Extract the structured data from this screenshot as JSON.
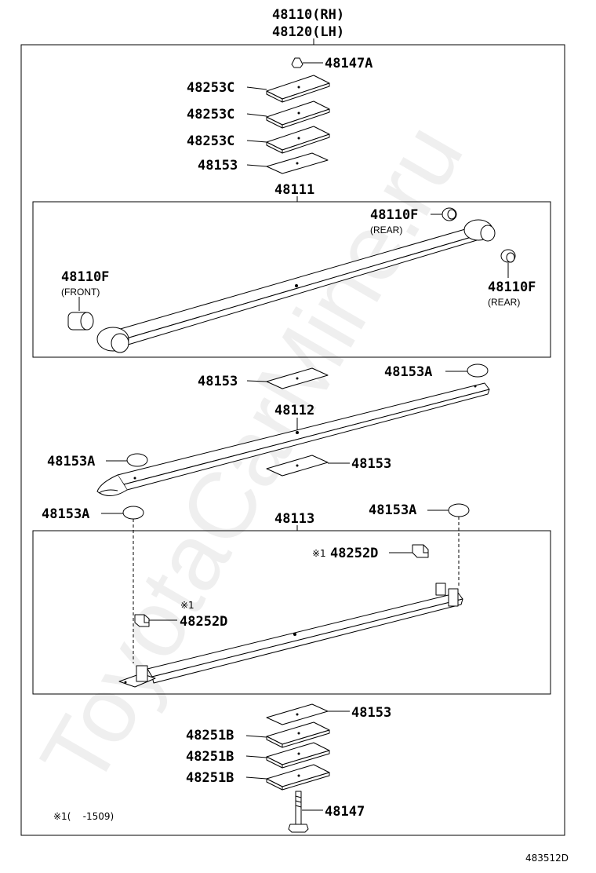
{
  "diagram": {
    "title_rh": "48110(RH)",
    "title_lh": "48120(LH)",
    "watermark": "ToyotaCarMine.ru",
    "figure_code": "483512D",
    "footnote": "※1(    -1509)",
    "groups": {
      "leaf1": "48111",
      "leaf2": "48112",
      "leaf3": "48113"
    },
    "labels": {
      "nut_top": "48147A",
      "spacer_1": "48253C",
      "spacer_2": "48253C",
      "spacer_3": "48253C",
      "insert_top": "48153",
      "bush_rear_top": "48110F",
      "bush_rear_top_note": "(REAR)",
      "bush_front": "48110F",
      "bush_front_note": "(FRONT)",
      "bush_rear_right": "48110F",
      "bush_rear_right_note": "(REAR)",
      "insert_mid_a": "48153",
      "pad_right_a": "48153A",
      "pad_left_a": "48153A",
      "insert_mid_b": "48153",
      "pad_left_b": "48153A",
      "pad_right_b": "48153A",
      "clip_top": "48252D",
      "clip_top_mark": "※1",
      "clip_left": "48252D",
      "clip_left_mark": "※1",
      "insert_bottom": "48153",
      "spacer_b1": "48251B",
      "spacer_b2": "48251B",
      "spacer_b3": "48251B",
      "center_bolt": "48147"
    }
  }
}
